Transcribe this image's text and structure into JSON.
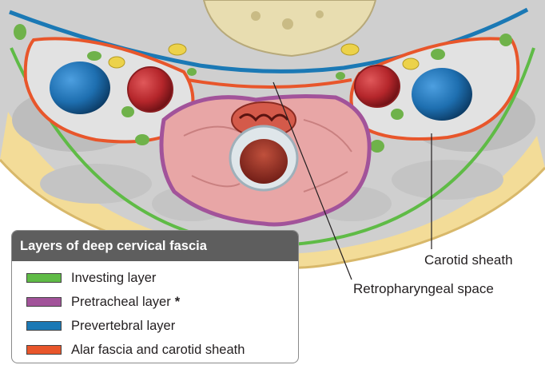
{
  "labels": {
    "carotid_sheath": "Carotid sheath",
    "retropharyngeal_space": "Retropharyngeal space"
  },
  "legend": {
    "title": "Layers of deep cervical fascia",
    "items": [
      {
        "label": "Investing layer",
        "color": "#5fbb46",
        "marker": ""
      },
      {
        "label": "Pretracheal layer",
        "color": "#a2539a",
        "marker": "*"
      },
      {
        "label": "Prevertebral layer",
        "color": "#1b79b5",
        "marker": ""
      },
      {
        "label": "Alar fascia and carotid sheath",
        "color": "#e8562b",
        "marker": ""
      }
    ]
  },
  "colors": {
    "investing": "#5fbb46",
    "pretracheal": "#a2539a",
    "prevertebral": "#1b79b5",
    "alar": "#e8562b",
    "vein": "#1e6fb0",
    "artery": "#b5262b",
    "nerve": "#ecd24a",
    "muscle": "#c9c9c9",
    "fat": "#f3dc98",
    "thyroid": "#e8a6a6",
    "bone": "#e8ddb0"
  }
}
